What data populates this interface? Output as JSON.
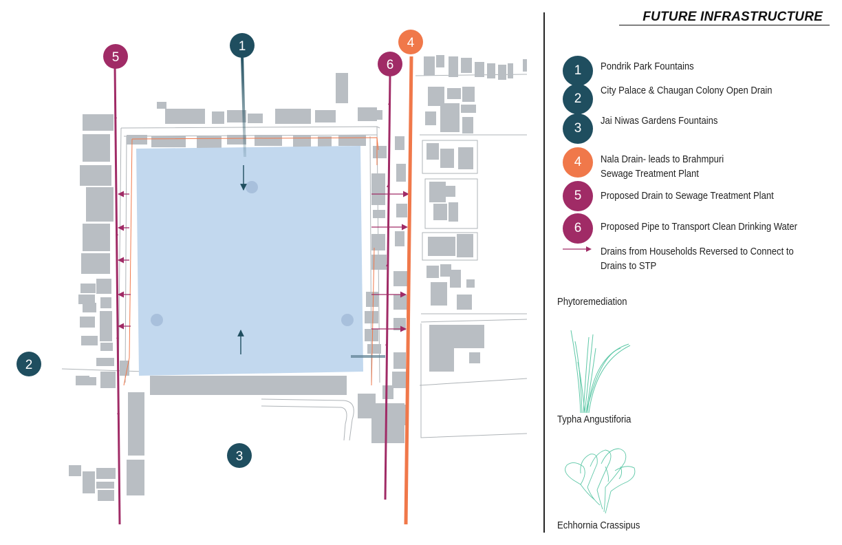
{
  "title": "FUTURE INFRASTRUCTURE",
  "colors": {
    "teal": "#1f4e5f",
    "orange": "#f0784a",
    "magenta": "#a02b66",
    "water": "#c2d8ee",
    "building": "#b9bec3",
    "road_outline": "#aeb3b7",
    "plant_line": "#5cc7a6"
  },
  "legend": [
    {
      "number": "1",
      "color": "#1f4e5f",
      "lines": [
        "Pondrik Park Fountains"
      ]
    },
    {
      "number": "2",
      "color": "#1f4e5f",
      "lines": [
        "City Palace & Chaugan Colony Open Drain"
      ]
    },
    {
      "number": "3",
      "color": "#1f4e5f",
      "lines": [
        "Jai Niwas Gardens Fountains"
      ]
    },
    {
      "number": "4",
      "color": "#f0784a",
      "lines": [
        "Nala Drain- leads to Brahmpuri",
        "Sewage Treatment Plant"
      ]
    },
    {
      "number": "5",
      "color": "#a02b66",
      "lines": [
        "Proposed Drain to Sewage Treatment Plant"
      ]
    },
    {
      "number": "6",
      "color": "#a02b66",
      "lines": [
        "Proposed Pipe to Transport Clean Drinking Water"
      ]
    }
  ],
  "arrow_legend": {
    "lines": [
      "Drains from Households Reversed to Connect to",
      "Drains to STP"
    ]
  },
  "phytoremediation": {
    "heading": "Phytoremediation",
    "plants": [
      {
        "name": "Typha Angustiforia",
        "icon": "reed-plant-icon"
      },
      {
        "name": "Echhornia Crassipus",
        "icon": "water-hyacinth-icon"
      }
    ]
  },
  "map_markers": [
    {
      "number": "1",
      "color": "#1f4e5f"
    },
    {
      "number": "2",
      "color": "#1f4e5f"
    },
    {
      "number": "3",
      "color": "#1f4e5f"
    },
    {
      "number": "4",
      "color": "#f0784a"
    },
    {
      "number": "5",
      "color": "#a02b66"
    },
    {
      "number": "6",
      "color": "#a02b66"
    }
  ]
}
